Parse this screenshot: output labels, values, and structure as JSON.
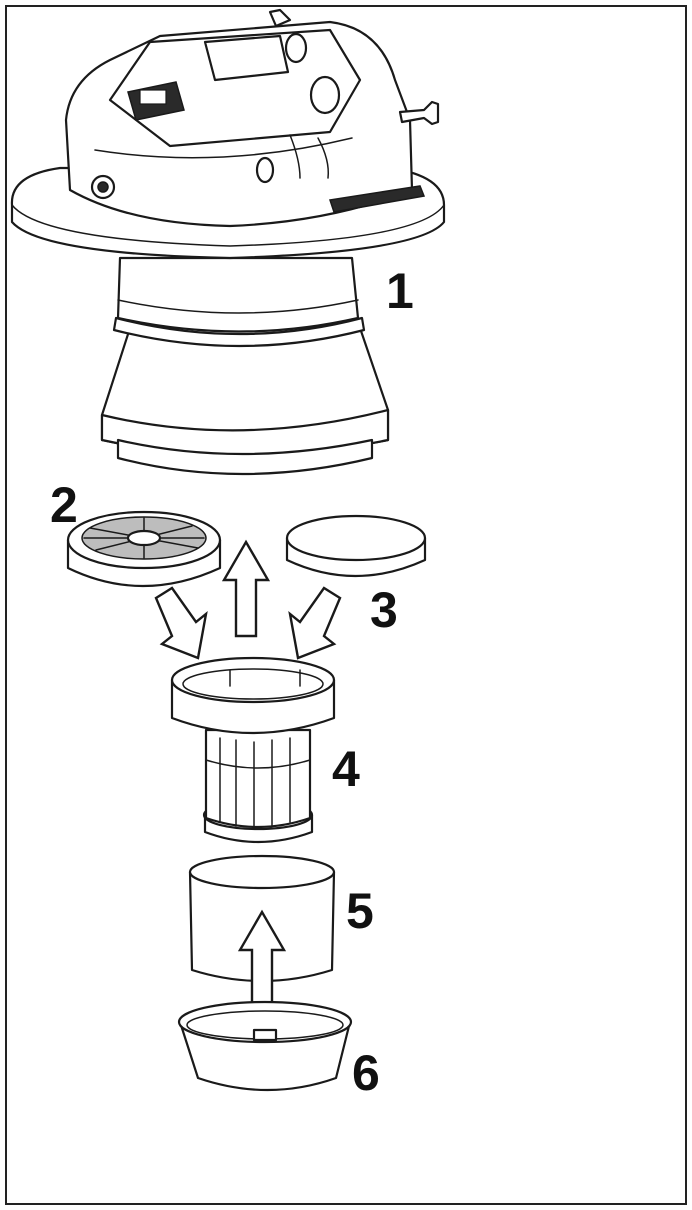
{
  "diagram": {
    "part_labels": [
      "1",
      "2",
      "3",
      "4",
      "5",
      "6"
    ],
    "colors": {
      "line": "#1a1a1a",
      "background": "#ffffff",
      "fill": "#ffffff"
    }
  }
}
